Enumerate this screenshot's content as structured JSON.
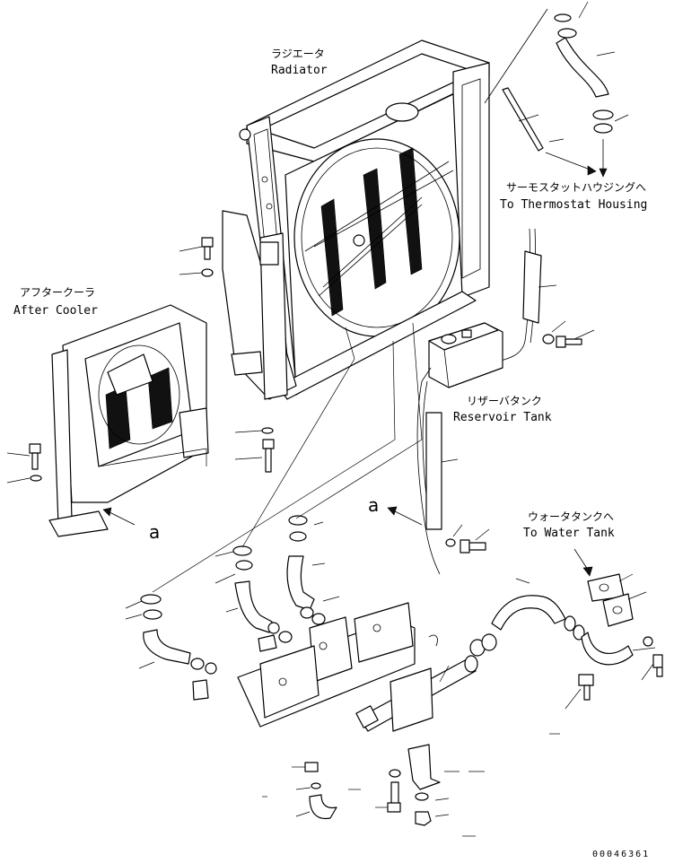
{
  "labels": {
    "radiator_jp": "ラジエータ",
    "radiator_en": "Radiator",
    "aftercooler_jp": "アフタークーラ",
    "aftercooler_en": "After Cooler",
    "thermostat_jp": "サーモスタットハウジングへ",
    "thermostat_en": "To Thermostat Housing",
    "reservoir_jp": "リザーバタンク",
    "reservoir_en": "Reservoir Tank",
    "watertank_jp": "ウォータタンクへ",
    "watertank_en": "To Water Tank",
    "ref_a_left": "a",
    "ref_a_right": "a",
    "drawing_number": "00046361"
  },
  "colors": {
    "line": "#000000",
    "background": "#ffffff"
  }
}
